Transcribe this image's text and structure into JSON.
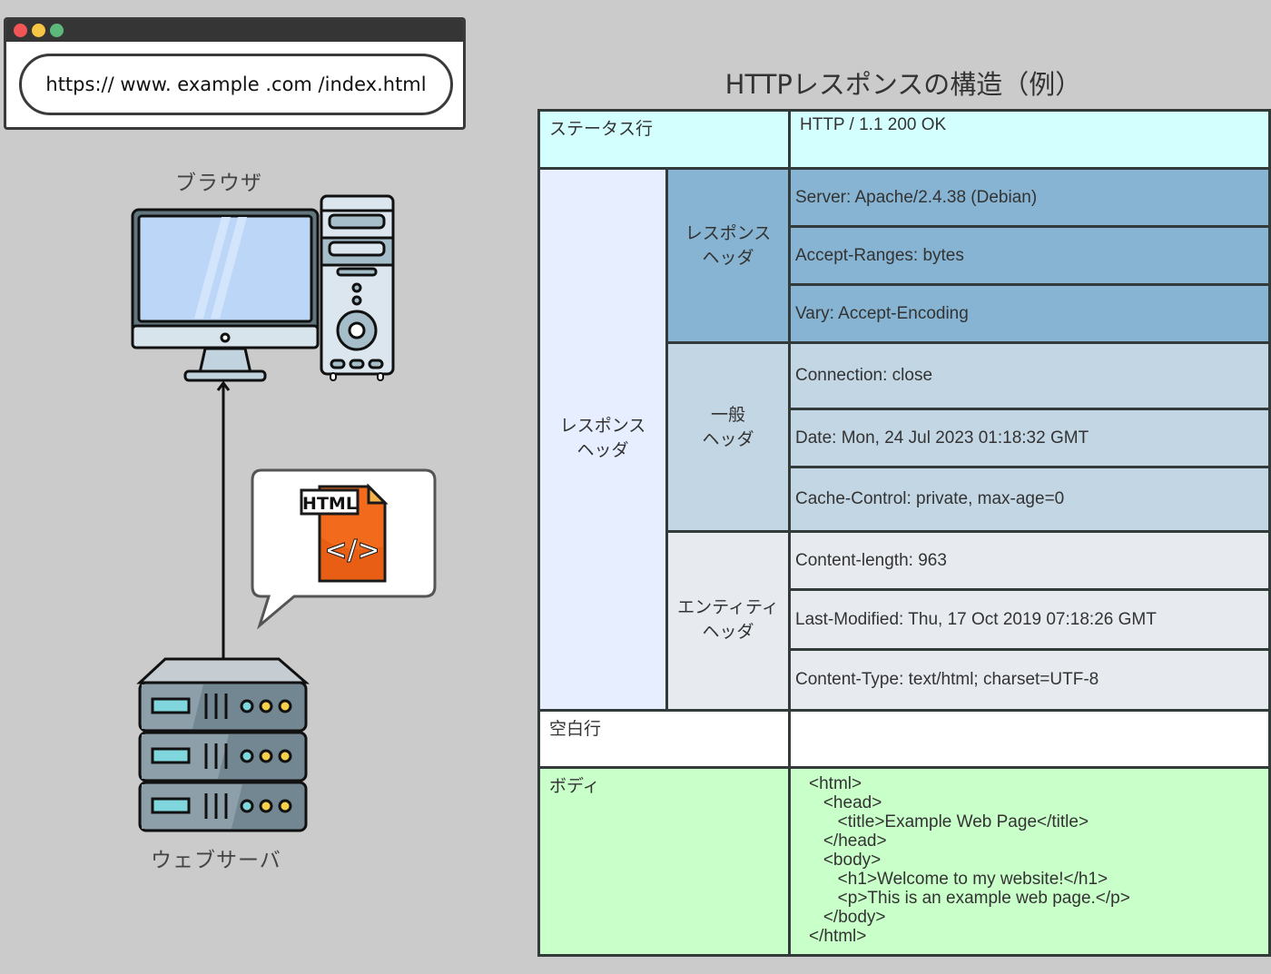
{
  "browser_window": {
    "url": "https:// www. example .com /index.html",
    "traffic_lights": [
      "red-dot",
      "yellow-dot",
      "green-dot"
    ]
  },
  "labels": {
    "browser": "ブラウザ",
    "web_server": "ウェブサーバ"
  },
  "html_file_icon": {
    "tag": "HTML",
    "glyph": "</>"
  },
  "diagram": {
    "title": "HTTPレスポンスの構造（例）",
    "status_line": {
      "label": "ステータス行",
      "value": "HTTP / 1.1 200 OK"
    },
    "response_headers": {
      "label": "レスポンス\nヘッダ",
      "groups": [
        {
          "label": "レスポンス\nヘッダ",
          "items": [
            "Server: Apache/2.4.38 (Debian)",
            "Accept-Ranges: bytes",
            "Vary: Accept-Encoding"
          ]
        },
        {
          "label": "一般\nヘッダ",
          "items": [
            "Connection: close",
            "Date: Mon, 24 Jul 2023 01:18:32 GMT",
            "Cache-Control: private, max-age=0"
          ]
        },
        {
          "label": "エンティティ\nヘッダ",
          "items": [
            "Content-length: 963",
            "Last-Modified: Thu, 17 Oct 2019 07:18:26 GMT",
            "Content-Type: text/html; charset=UTF-8"
          ]
        }
      ]
    },
    "blank_line": {
      "label": "空白行",
      "value": ""
    },
    "body": {
      "label": "ボディ",
      "code": "<html>\n   <head>\n      <title>Example Web Page</title>\n   </head>\n   <body>\n      <h1>Welcome to my website!</h1>\n      <p>This is an example web page.</p>\n   </body>\n</html>"
    }
  },
  "colors": {
    "status": "#d4ffff",
    "response_outer": "#e6eeff",
    "response_header": "#86b4d2",
    "general_header": "#c3d6e4",
    "entity_header": "#e7ebf0",
    "blank": "#ffffff",
    "body": "#c9ffc9",
    "html_icon": "#f26a1b"
  }
}
